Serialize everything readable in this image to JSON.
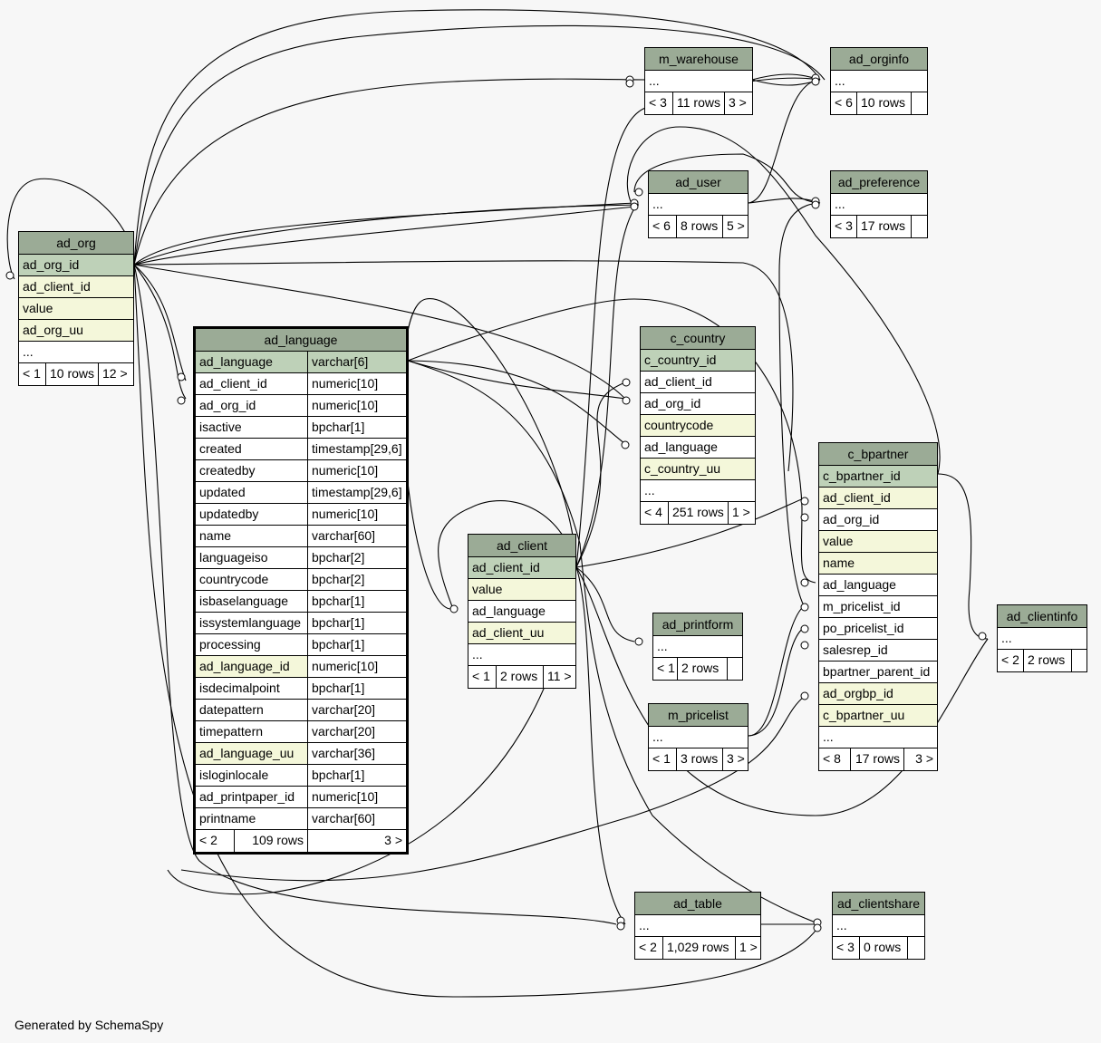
{
  "tables": {
    "ad_org": {
      "name": "ad_org",
      "rows": [
        {
          "col": "ad_org_id",
          "kind": "pk"
        },
        {
          "col": "ad_client_id",
          "kind": "idx"
        },
        {
          "col": "value",
          "kind": "idx"
        },
        {
          "col": "ad_org_uu",
          "kind": "idx"
        },
        {
          "col": "...",
          "kind": "plain"
        }
      ],
      "footer": [
        "< 1",
        "10 rows",
        "12 >"
      ]
    },
    "ad_language": {
      "name": "ad_language",
      "rows": [
        {
          "col": "ad_language",
          "type": "varchar[6]",
          "kind": "pk"
        },
        {
          "col": "ad_client_id",
          "type": "numeric[10]",
          "kind": "plain"
        },
        {
          "col": "ad_org_id",
          "type": "numeric[10]",
          "kind": "plain"
        },
        {
          "col": "isactive",
          "type": "bpchar[1]",
          "kind": "plain"
        },
        {
          "col": "created",
          "type": "timestamp[29,6]",
          "kind": "plain"
        },
        {
          "col": "createdby",
          "type": "numeric[10]",
          "kind": "plain"
        },
        {
          "col": "updated",
          "type": "timestamp[29,6]",
          "kind": "plain"
        },
        {
          "col": "updatedby",
          "type": "numeric[10]",
          "kind": "plain"
        },
        {
          "col": "name",
          "type": "varchar[60]",
          "kind": "plain"
        },
        {
          "col": "languageiso",
          "type": "bpchar[2]",
          "kind": "plain"
        },
        {
          "col": "countrycode",
          "type": "bpchar[2]",
          "kind": "plain"
        },
        {
          "col": "isbaselanguage",
          "type": "bpchar[1]",
          "kind": "plain"
        },
        {
          "col": "issystemlanguage",
          "type": "bpchar[1]",
          "kind": "plain"
        },
        {
          "col": "processing",
          "type": "bpchar[1]",
          "kind": "plain"
        },
        {
          "col": "ad_language_id",
          "type": "numeric[10]",
          "kind": "idx"
        },
        {
          "col": "isdecimalpoint",
          "type": "bpchar[1]",
          "kind": "plain"
        },
        {
          "col": "datepattern",
          "type": "varchar[20]",
          "kind": "plain"
        },
        {
          "col": "timepattern",
          "type": "varchar[20]",
          "kind": "plain"
        },
        {
          "col": "ad_language_uu",
          "type": "varchar[36]",
          "kind": "idx"
        },
        {
          "col": "isloginlocale",
          "type": "bpchar[1]",
          "kind": "plain"
        },
        {
          "col": "ad_printpaper_id",
          "type": "numeric[10]",
          "kind": "plain"
        },
        {
          "col": "printname",
          "type": "varchar[60]",
          "kind": "plain"
        }
      ],
      "footer": [
        "< 2",
        "109 rows",
        "3 >"
      ]
    },
    "ad_client": {
      "name": "ad_client",
      "rows": [
        {
          "col": "ad_client_id",
          "kind": "pk"
        },
        {
          "col": "value",
          "kind": "idx"
        },
        {
          "col": "ad_language",
          "kind": "plain"
        },
        {
          "col": "ad_client_uu",
          "kind": "idx"
        },
        {
          "col": "...",
          "kind": "plain"
        }
      ],
      "footer": [
        "< 1",
        "2 rows",
        "11 >"
      ]
    },
    "m_warehouse": {
      "name": "m_warehouse",
      "rows": [
        {
          "col": "...",
          "kind": "plain"
        }
      ],
      "footer": [
        "< 3",
        "11 rows",
        "3 >"
      ]
    },
    "ad_orginfo": {
      "name": "ad_orginfo",
      "rows": [
        {
          "col": "...",
          "kind": "plain"
        }
      ],
      "footer": [
        "< 6",
        "10 rows",
        ""
      ]
    },
    "ad_user": {
      "name": "ad_user",
      "rows": [
        {
          "col": "...",
          "kind": "plain"
        }
      ],
      "footer": [
        "< 6",
        "8 rows",
        "5 >"
      ]
    },
    "ad_preference": {
      "name": "ad_preference",
      "rows": [
        {
          "col": "...",
          "kind": "plain"
        }
      ],
      "footer": [
        "< 3",
        "17 rows",
        ""
      ]
    },
    "c_country": {
      "name": "c_country",
      "rows": [
        {
          "col": "c_country_id",
          "kind": "pk"
        },
        {
          "col": "ad_client_id",
          "kind": "plain"
        },
        {
          "col": "ad_org_id",
          "kind": "plain"
        },
        {
          "col": "countrycode",
          "kind": "idx"
        },
        {
          "col": "ad_language",
          "kind": "plain"
        },
        {
          "col": "c_country_uu",
          "kind": "idx"
        },
        {
          "col": "...",
          "kind": "plain"
        }
      ],
      "footer": [
        "< 4",
        "251 rows",
        "1 >"
      ]
    },
    "c_bpartner": {
      "name": "c_bpartner",
      "rows": [
        {
          "col": "c_bpartner_id",
          "kind": "pk"
        },
        {
          "col": "ad_client_id",
          "kind": "idx"
        },
        {
          "col": "ad_org_id",
          "kind": "plain"
        },
        {
          "col": "value",
          "kind": "idx"
        },
        {
          "col": "name",
          "kind": "idx"
        },
        {
          "col": "ad_language",
          "kind": "plain"
        },
        {
          "col": "m_pricelist_id",
          "kind": "plain"
        },
        {
          "col": "po_pricelist_id",
          "kind": "plain"
        },
        {
          "col": "salesrep_id",
          "kind": "plain"
        },
        {
          "col": "bpartner_parent_id",
          "kind": "plain"
        },
        {
          "col": "ad_orgbp_id",
          "kind": "idx"
        },
        {
          "col": "c_bpartner_uu",
          "kind": "idx"
        },
        {
          "col": "...",
          "kind": "plain"
        }
      ],
      "footer": [
        "< 8",
        "17 rows",
        "3 >"
      ]
    },
    "ad_printform": {
      "name": "ad_printform",
      "rows": [
        {
          "col": "...",
          "kind": "plain"
        }
      ],
      "footer": [
        "< 1",
        "2 rows",
        ""
      ]
    },
    "m_pricelist": {
      "name": "m_pricelist",
      "rows": [
        {
          "col": "...",
          "kind": "plain"
        }
      ],
      "footer": [
        "< 1",
        "3 rows",
        "3 >"
      ]
    },
    "ad_clientinfo": {
      "name": "ad_clientinfo",
      "rows": [
        {
          "col": "...",
          "kind": "plain"
        }
      ],
      "footer": [
        "< 2",
        "2 rows",
        ""
      ]
    },
    "ad_table": {
      "name": "ad_table",
      "rows": [
        {
          "col": "...",
          "kind": "plain"
        }
      ],
      "footer": [
        "< 2",
        "1,029 rows",
        "1 >"
      ]
    },
    "ad_clientshare": {
      "name": "ad_clientshare",
      "rows": [
        {
          "col": "...",
          "kind": "plain"
        }
      ],
      "footer": [
        "< 3",
        "0 rows",
        ""
      ]
    }
  },
  "colors": {
    "header": "#9bab96",
    "primary_key": "#bed1b8",
    "indexed": "#f4f7da",
    "background": "#f7f7f7"
  },
  "generated_by": "Generated by SchemaSpy"
}
